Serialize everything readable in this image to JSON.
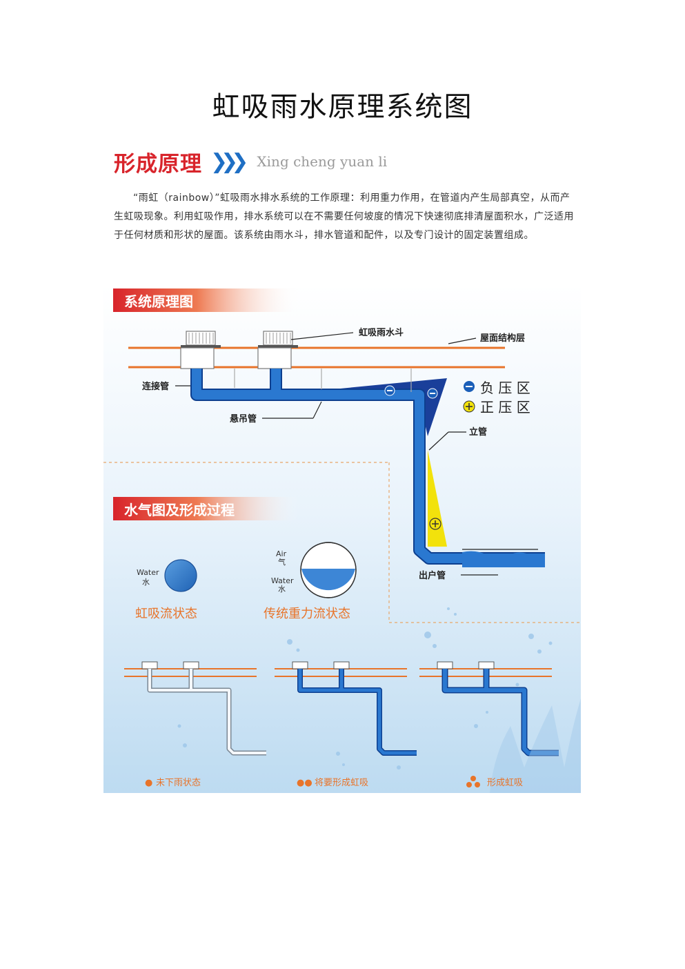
{
  "page_title": "虹吸雨水原理系统图",
  "section": {
    "title": "形成原理",
    "chevrons": "❯❯❯",
    "subtitle": "Xing cheng yuan li"
  },
  "intro": "“雨虹（rainbow）”虹吸雨水排水系统的工作原理：利用重力作用，在管道内产生局部真空，从而产生虹吸现象。利用虹吸作用，排水系统可以在不需要任何坡度的情况下快速彻底排清屋面积水，广泛适用于任何材质和形状的屋面。该系统由雨水斗，排水管道和配件，以及专门设计的固定装置组成。",
  "system": {
    "banner": "系统原理图",
    "labels": {
      "siphon_drain": "虹吸雨水斗",
      "roof_layer": "屋面结构层",
      "connector_pipe": "连接管",
      "suspended_pipe": "悬吊管",
      "riser": "立管",
      "outlet_pipe": "出户管"
    },
    "legend": {
      "negative": "负 压 区",
      "positive": "正 压 区",
      "negative_color": "#1a5eb8",
      "positive_color": "#f2e20c"
    }
  },
  "process": {
    "banner": "水气图及形成过程",
    "siphon_state": {
      "label": "虹吸流状态",
      "water_en": "Water",
      "water_cn": "水"
    },
    "gravity_state": {
      "label": "传统重力流状态",
      "air_en": "Air",
      "air_cn": "气",
      "water_en": "Water",
      "water_cn": "水"
    },
    "stages": [
      {
        "bullet": "●",
        "label": "未下雨状态"
      },
      {
        "bullet": "●●",
        "label": "将要形成虹吸"
      },
      {
        "bullet": "",
        "label": "形成虹吸"
      }
    ]
  },
  "colors": {
    "accent_red": "#d8242b",
    "pipe_blue": "#1a5eb8",
    "orange_line": "#e8742a",
    "label_orange": "#e8742a"
  }
}
